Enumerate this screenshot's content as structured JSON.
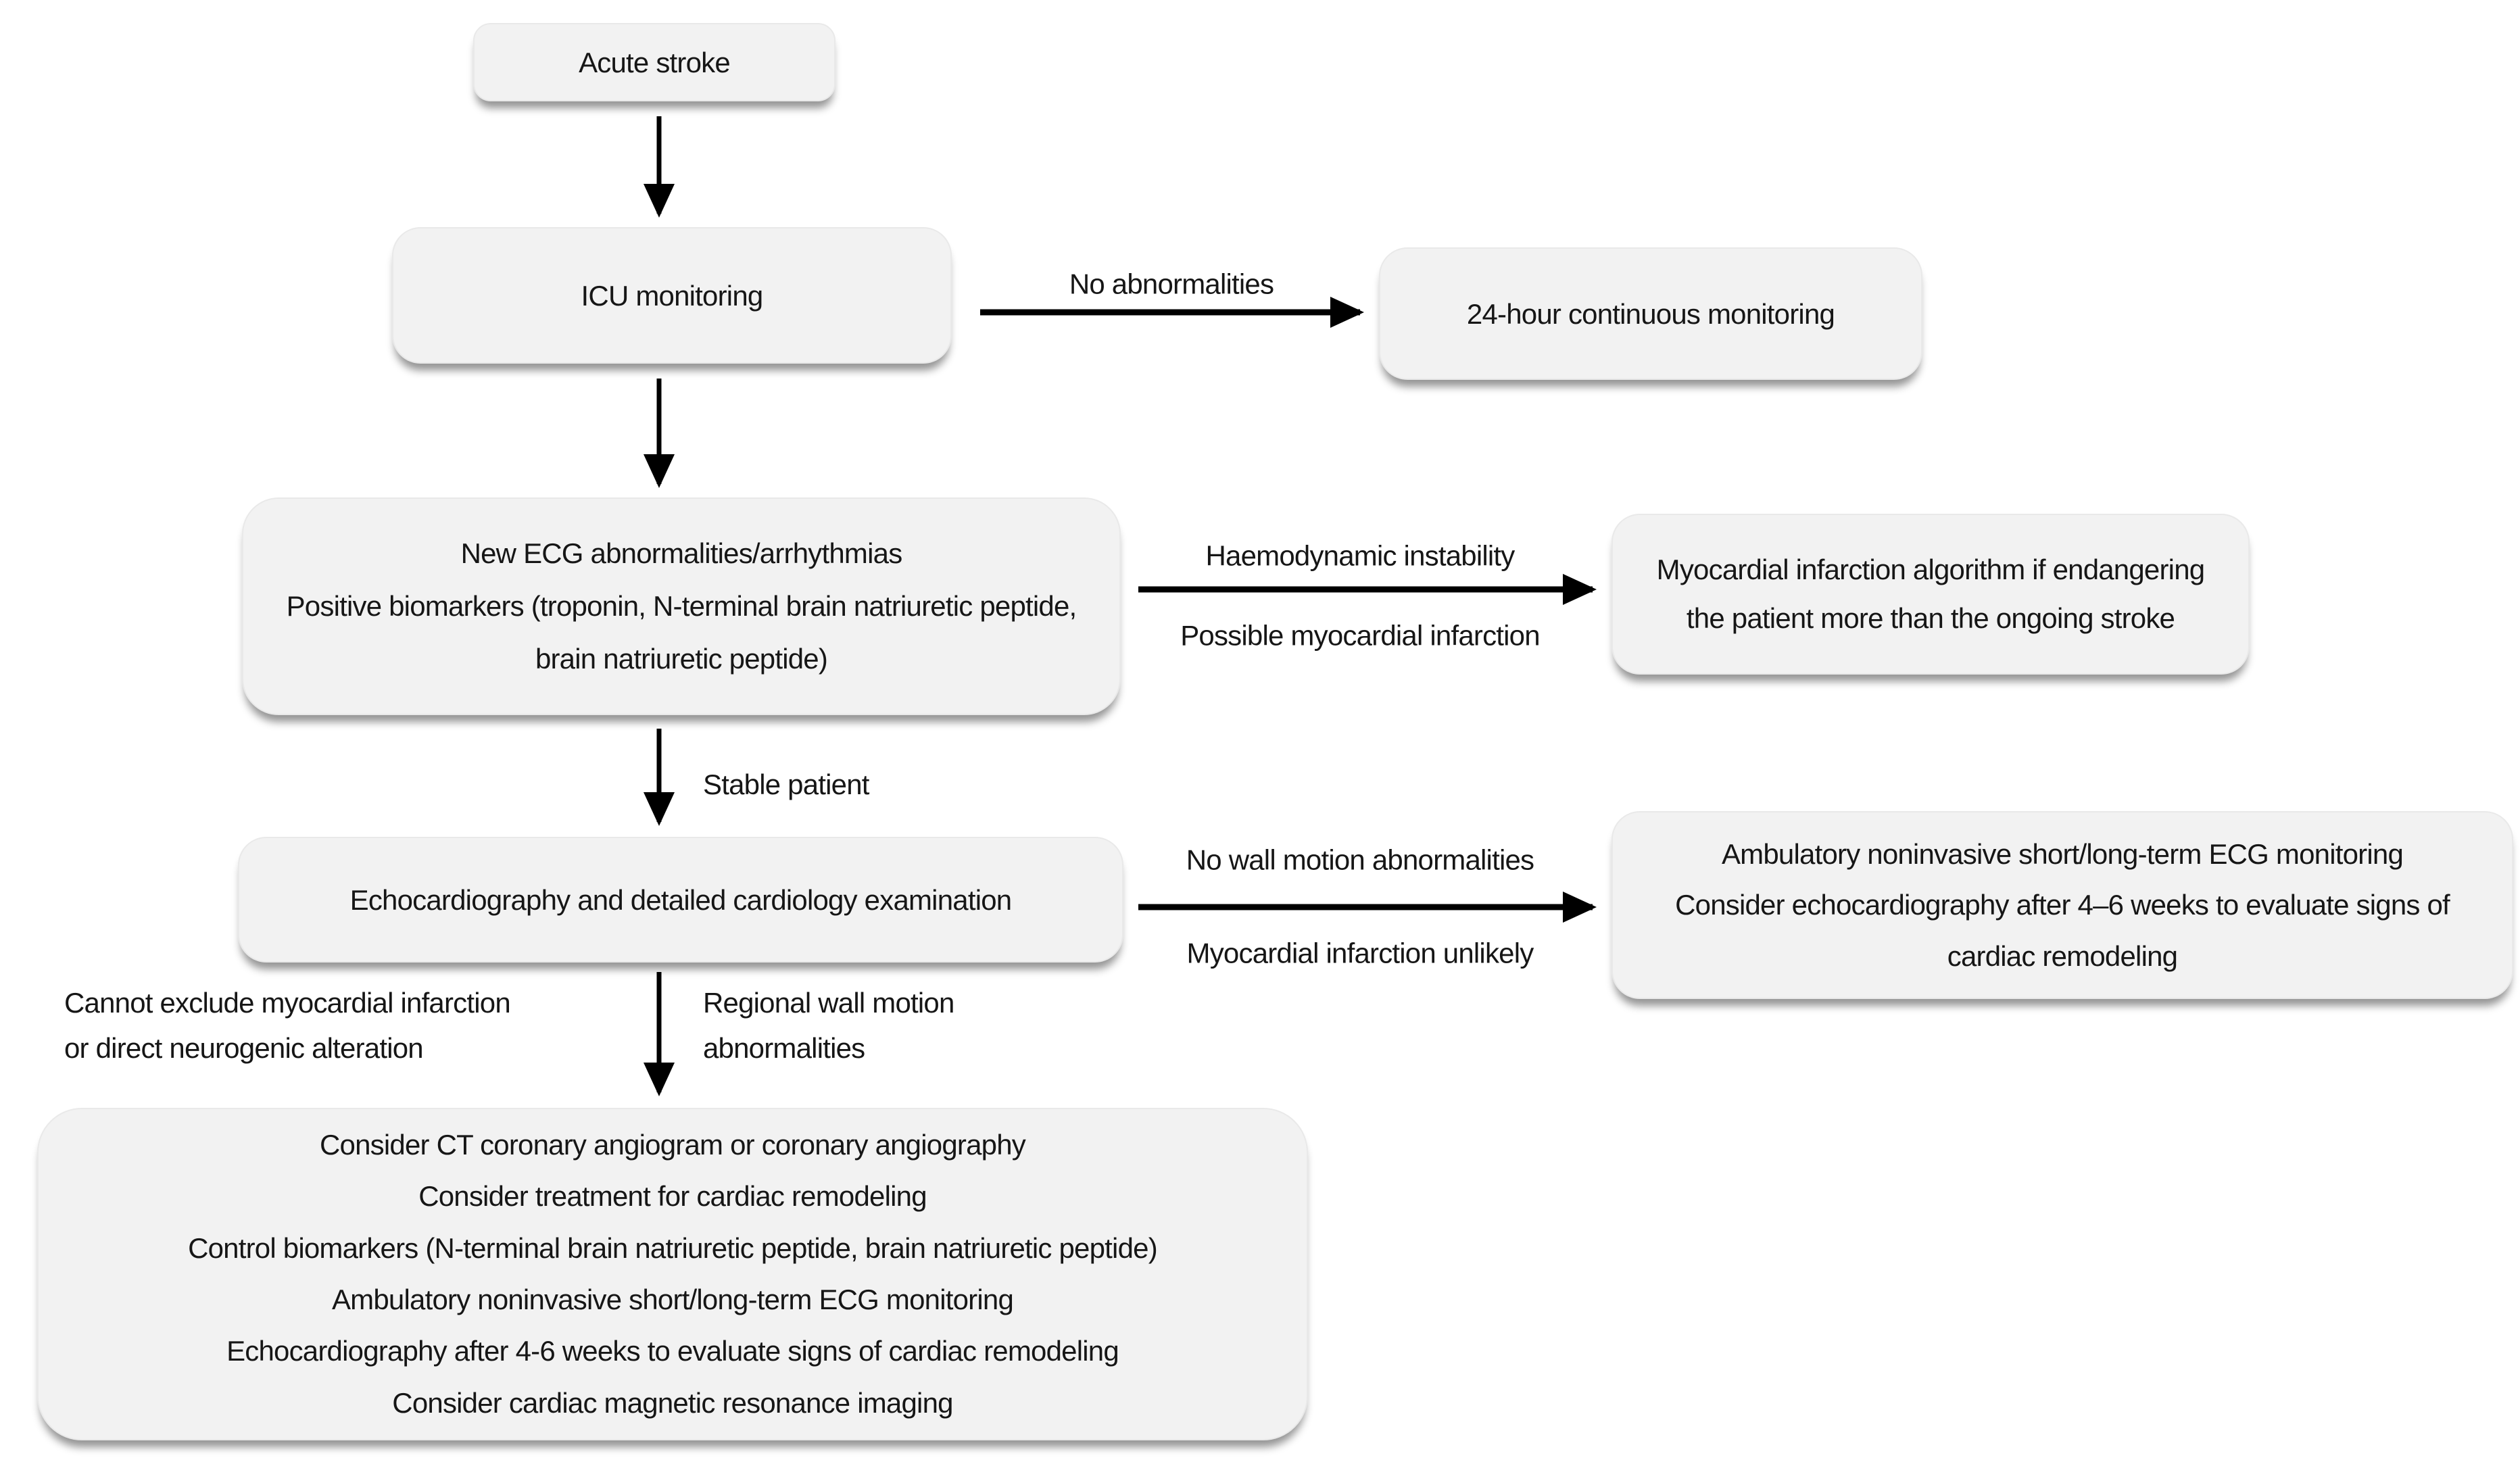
{
  "colors": {
    "background": "#ffffff",
    "node_fill": "#f2f2f2",
    "node_border": "#e9e9e9",
    "text": "#161616",
    "arrow": "#000000"
  },
  "nodes": {
    "acute_stroke": {
      "label": "Acute stroke"
    },
    "icu_monitoring": {
      "label": "ICU monitoring"
    },
    "continuous_monitoring": {
      "label": "24-hour continuous monitoring"
    },
    "ecg_abnormalities": {
      "lines": [
        "New ECG abnormalities/arrhythmias",
        "Positive biomarkers (troponin, N-terminal brain natriuretic peptide, brain natriuretic peptide)"
      ]
    },
    "mi_algorithm": {
      "label": "Myocardial infarction algorithm if endangering the patient more than the ongoing stroke"
    },
    "echocardiography": {
      "label": "Echocardiography and detailed cardiology examination"
    },
    "ambulatory_monitoring": {
      "lines": [
        "Ambulatory noninvasive short/long-term ECG monitoring",
        "Consider echocardiography after 4–6 weeks to evaluate signs of cardiac remodeling"
      ]
    },
    "cardiac_workup": {
      "lines": [
        "Consider CT coronary angiogram or coronary angiography",
        "Consider treatment for cardiac remodeling",
        "Control biomarkers (N-terminal brain natriuretic peptide, brain natriuretic peptide)",
        "Ambulatory noninvasive short/long-term ECG monitoring",
        "Echocardiography after 4-6 weeks to evaluate signs of cardiac remodeling",
        "Consider cardiac magnetic resonance imaging"
      ]
    }
  },
  "edge_labels": {
    "no_abnormalities": "No abnormalities",
    "haemodynamic_instability": "Haemodynamic instability",
    "possible_mi": "Possible myocardial infarction",
    "stable_patient": "Stable patient",
    "no_wall_motion": "No wall motion abnormalities",
    "mi_unlikely": "Myocardial infarction unlikely",
    "cannot_exclude_line1": "Cannot exclude myocardial infarction",
    "cannot_exclude_line2": "or direct neurogenic alteration",
    "regional_line1": "Regional wall motion",
    "regional_line2": "abnormalities"
  }
}
